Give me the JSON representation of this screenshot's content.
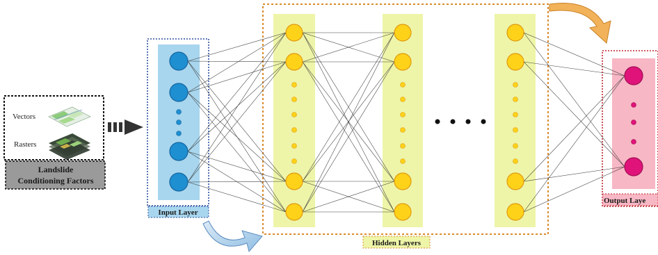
{
  "factors": {
    "vectors_label": "Vectors",
    "rasters_label": "Rasters",
    "caption_line1": "Landslide",
    "caption_line2": "Conditioning Factors"
  },
  "layers": {
    "input_label": "Input Layer",
    "hidden_label": "Hidden Layers",
    "output_label": "Output Laye"
  },
  "colors": {
    "input_node": "#1E8FD0",
    "input_panel": "#A8D6EE",
    "hidden_node": "#FFD21A",
    "hidden_panel": "#EEF5A8",
    "output_node": "#E0137A",
    "output_panel": "#F7B7C4",
    "frame_orange": "#D98A2B",
    "frame_red": "#C0242B",
    "frame_blue": "#2B4F9E",
    "arrow_fill": "#B9D8EF"
  },
  "icons": [
    "vector-map-icon",
    "raster-map-icon",
    "dashed-arrow-icon",
    "curved-arrow-icon"
  ]
}
